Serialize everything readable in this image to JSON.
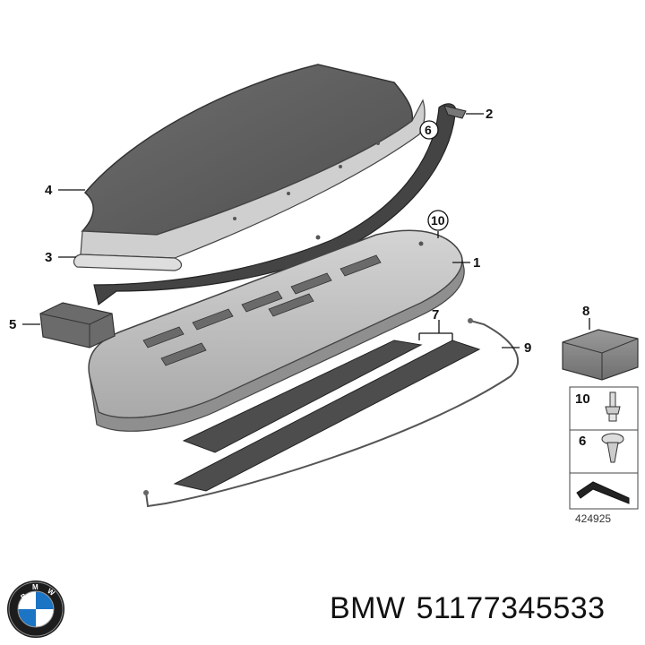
{
  "diagram": {
    "callouts": {
      "c1": "1",
      "c2": "2",
      "c3": "3",
      "c4": "4",
      "c5": "5",
      "c6": "6",
      "c7": "7",
      "c8": "8",
      "c9": "9",
      "c10": "10"
    },
    "legend": {
      "item_10": "10",
      "item_6": "6"
    },
    "diagram_number": "424925"
  },
  "footer": {
    "brand": "BMW",
    "part_number": "51177345533",
    "logo_letters": "BMW"
  },
  "colors": {
    "panel_dark": "#5c5c5c",
    "panel_light": "#c9c9c9",
    "shelf_gray": "#b9b9b9",
    "accent_blue": "#1b74c4"
  }
}
